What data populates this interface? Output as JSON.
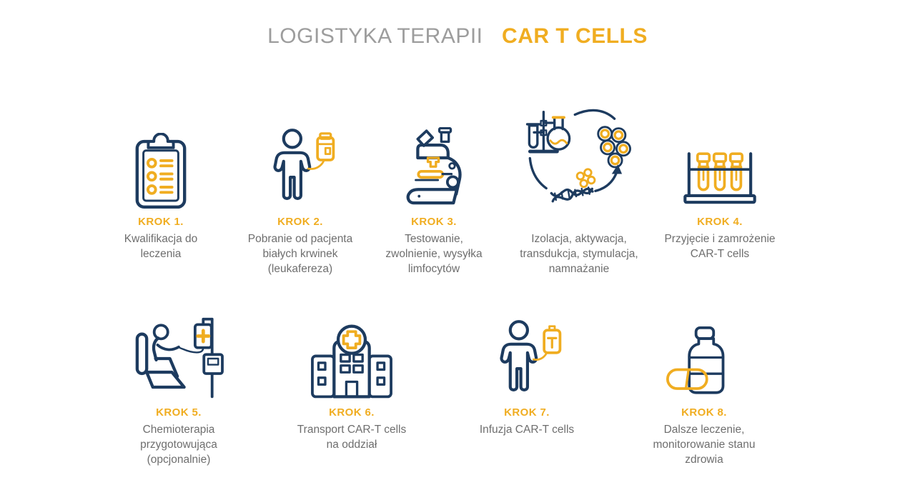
{
  "title": {
    "prefix": "LOGISTYKA TERAPII",
    "highlight": "CAR T CELLS"
  },
  "colors": {
    "navy": "#1d3b5f",
    "yellow": "#f0ad21",
    "text_gray": "#6e6e6e",
    "title_gray": "#9d9d9d",
    "background": "#ffffff"
  },
  "steps": [
    {
      "label": "KROK 1.",
      "description": "Kwalifikacja do\nleczenia",
      "icon": "clipboard-checklist-icon"
    },
    {
      "label": "KROK 2.",
      "description": "Pobranie od pacjenta\nbiałych krwinek\n(leukafereza)",
      "icon": "patient-leukapheresis-icon"
    },
    {
      "label": "KROK 3.",
      "description": "Testowanie,\nzwolnienie, wysyłka\nlimfocytów",
      "icon": "microscope-icon"
    },
    {
      "label": "",
      "description": "Izolacja, aktywacja,\ntransdukcja, stymulacja,\nnamnażanie",
      "icon": "cell-engineering-cycle-icon"
    },
    {
      "label": "KROK 4.",
      "description": "Przyjęcie i zamrożenie\nCAR-T cells",
      "icon": "test-tube-rack-icon"
    },
    {
      "label": "KROK 5.",
      "description": "Chemioterapia\nprzygotowująca\n(opcjonalnie)",
      "icon": "chemotherapy-infusion-chair-icon"
    },
    {
      "label": "KROK 6.",
      "description": "Transport CAR-T cells\nna oddział",
      "icon": "hospital-icon"
    },
    {
      "label": "KROK 7.",
      "description": "Infuzja CAR-T cells",
      "icon": "car-t-infusion-icon"
    },
    {
      "label": "KROK 8.",
      "description": "Dalsze leczenie,\nmonitorowanie stanu\nzdrowia",
      "icon": "medicine-bottle-pill-icon"
    }
  ]
}
